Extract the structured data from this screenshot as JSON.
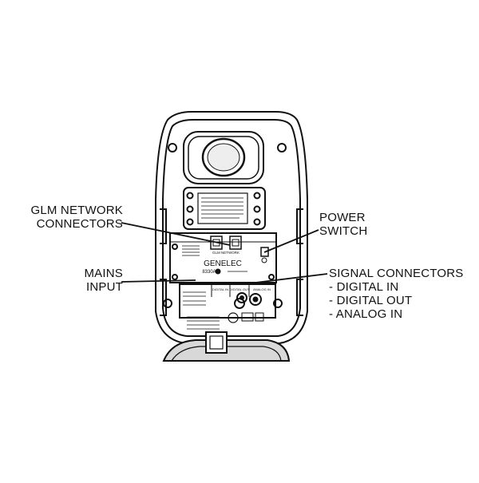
{
  "callouts": {
    "glm": {
      "line1": "GLM NETWORK",
      "line2": "CONNECTORS"
    },
    "mains": {
      "line1": "MAINS",
      "line2": "INPUT"
    },
    "power": {
      "line1": "POWER",
      "line2": "SWITCH"
    },
    "signal": {
      "line1": "SIGNAL CONNECTORS",
      "line2": "- DIGITAL IN",
      "line3": "- DIGITAL OUT",
      "line4": "- ANALOG IN"
    }
  },
  "device": {
    "brand": "GENELEC",
    "model": "8330A",
    "network_tag": "GLM NETWORK",
    "signal_labels": {
      "digital_in": "DIGITAL IN",
      "digital_out": "DIGITAL OUT",
      "analog_in": "ANALOG IN"
    }
  },
  "colors": {
    "line": "#111111",
    "housing_fill": "#ffffff",
    "shade": "#d8d8d8"
  }
}
